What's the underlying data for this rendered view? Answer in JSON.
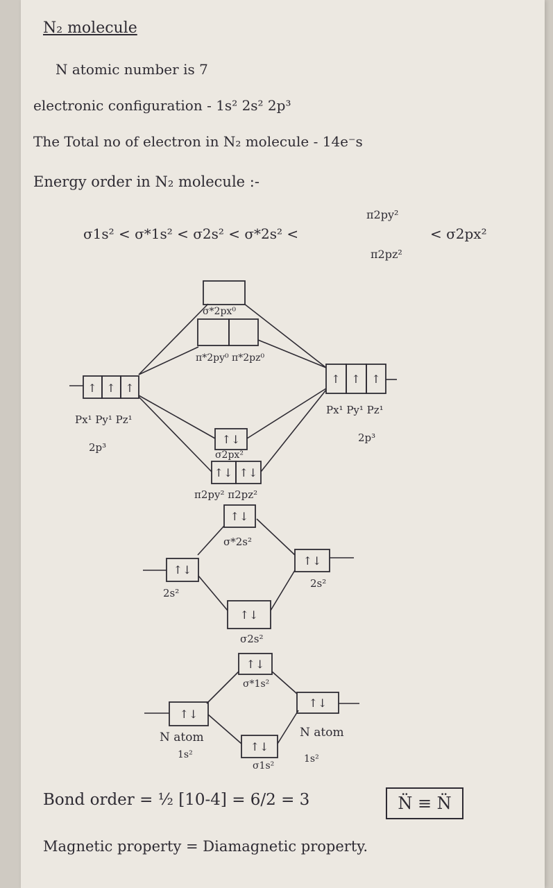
{
  "title": "N₂ molecule",
  "bullets": {
    "atomic_number": "N atomic number is 7",
    "configuration": "electronic configuration - 1s² 2s² 2p³",
    "total_electrons": "The Total no of electron in N₂ molecule - 14e⁻s",
    "energy_order_heading": "Energy order in N₂ molecule :-"
  },
  "energy_order": {
    "sequence": "σ1s² < σ*1s² < σ2s² < σ*2s² <",
    "upper": "π2py²",
    "lower": "π2pz²",
    "last": "< σ2px²"
  },
  "diagram_labels": {
    "sigma_star_2px": "σ*2px⁰",
    "pi_star_2p": "π*2py⁰ π*2pz⁰",
    "left_p_orbitals": "Px¹ Py¹ Pz¹",
    "left_2p": "2p³",
    "right_p_orbitals": "Px¹ Py¹ Pz¹",
    "right_2p": "2p³",
    "sigma_2px": "σ2px²",
    "pi_2p": "π2py² π2pz²",
    "sigma_star_2s": "σ*2s²",
    "left_2s": "2s²",
    "right_2s": "2s²",
    "sigma_2s": "σ2s²",
    "sigma_star_1s": "σ*1s²",
    "left_atom": "N atom",
    "left_1s": "1s²",
    "right_atom": "N atom",
    "right_1s": "1s²",
    "sigma_1s": "σ1s²"
  },
  "arrows": {
    "single": "↑",
    "paired": "↑↓"
  },
  "bond_order": "Bond order = ½ [10-4] = 6/2 = 3",
  "lewis_structure": "N̈ ≡ N̈",
  "magnetic_property": "Magnetic property = Diamagnetic property."
}
